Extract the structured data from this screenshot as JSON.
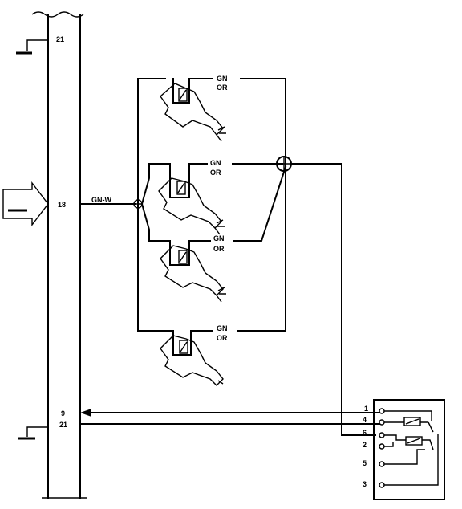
{
  "bus": {
    "pin_top": "21",
    "pin_left_input": "18",
    "pin_bottom_a": "9",
    "pin_bottom_b": "21"
  },
  "harness": {
    "wire_color": "GN-W"
  },
  "injectors": [
    {
      "wire_a": "GN",
      "wire_b": "OR"
    },
    {
      "wire_a": "GN",
      "wire_b": "OR"
    },
    {
      "wire_a": "GN",
      "wire_b": "OR"
    },
    {
      "wire_a": "GN",
      "wire_b": "OR"
    }
  ],
  "relay": {
    "pins": [
      "1",
      "4",
      "6",
      "2",
      "5",
      "3"
    ]
  }
}
